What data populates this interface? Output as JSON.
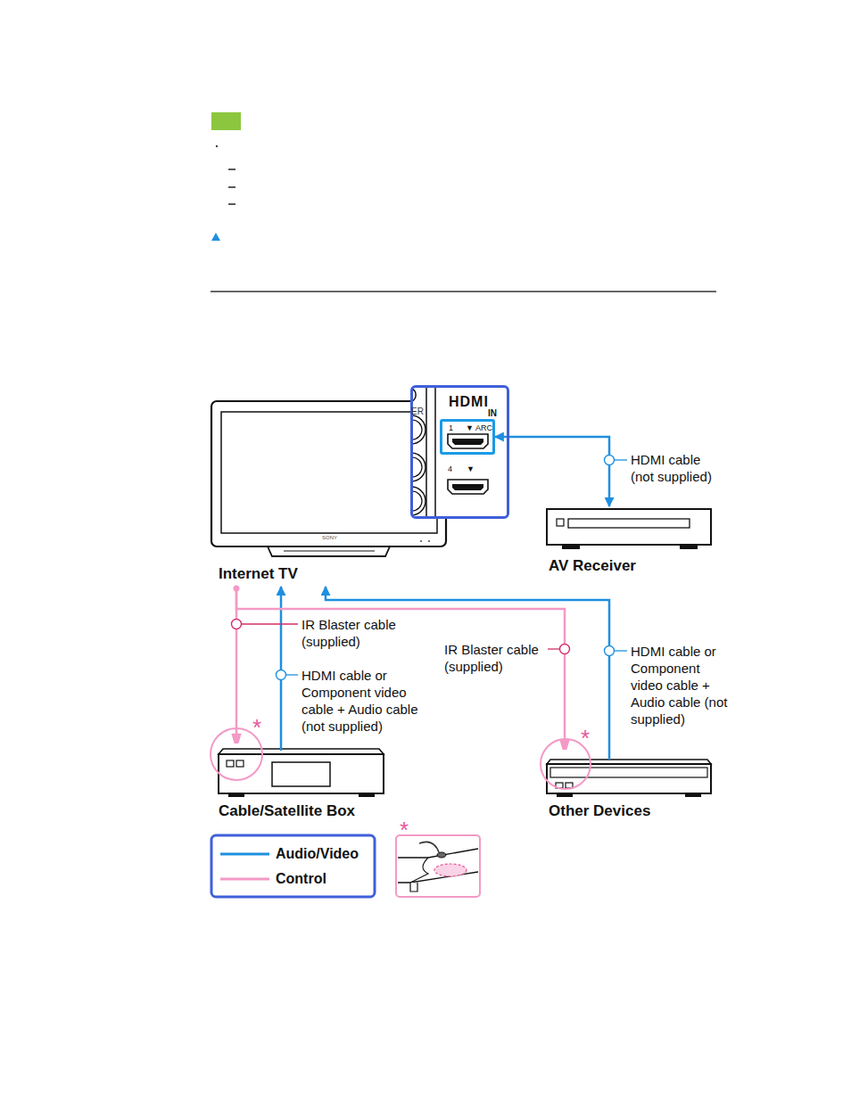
{
  "diagram": {
    "nodes": [
      {
        "text": [
          "Internet TV"
        ]
      },
      {
        "text": [
          "HDMI",
          "IN"
        ],
        "in": 0
      },
      {
        "text": [
          "1",
          "▼ ARC"
        ],
        "in": 1
      },
      {
        "text": [
          "4",
          "▼"
        ],
        "in": 1
      },
      {
        "text": [
          "AV Receiver"
        ]
      },
      {
        "text": [
          "Cable/Satellite Box"
        ]
      },
      {
        "text": [
          "Other Devices"
        ]
      }
    ],
    "edges": [
      {
        "from": 4,
        "to": 2,
        "arrow": "both",
        "label": "HDMI cable (not supplied)"
      },
      {
        "from": 5,
        "to": 0,
        "arrow": "to",
        "label": "HDMI cable or Component video cable + Audio cable (not supplied)"
      },
      {
        "from": 6,
        "to": 0,
        "arrow": "to",
        "label": "HDMI cable or Component video cable + Audio cable (not supplied)"
      },
      {
        "from": 0,
        "to": 5,
        "arrow": "to",
        "label": "IR Blaster cable (supplied)"
      },
      {
        "from": 0,
        "to": 6,
        "arrow": "to",
        "label": "IR Blaster cable (supplied)"
      }
    ],
    "labels": [
      "ER",
      "SONY",
      "*",
      "*",
      "*"
    ],
    "legend": [
      {
        "text": "Audio/Video"
      },
      {
        "text": "Control"
      }
    ]
  }
}
